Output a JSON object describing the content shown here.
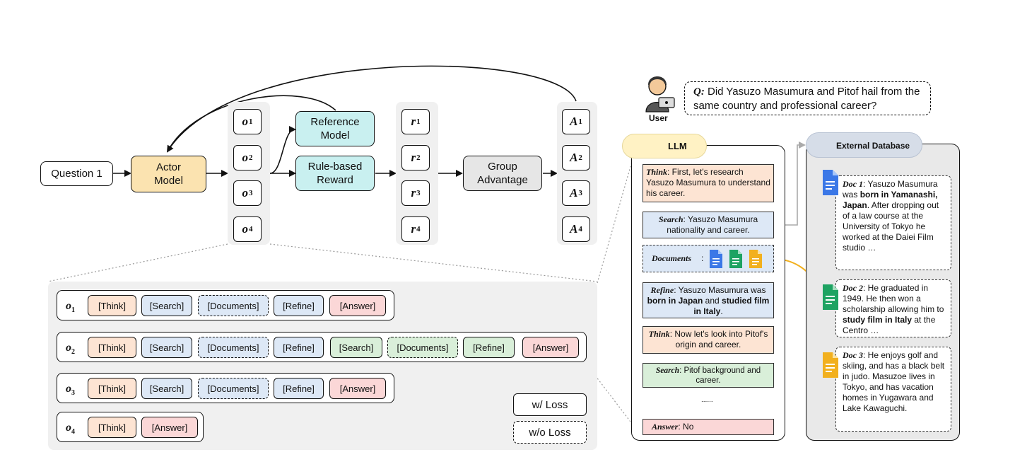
{
  "pipeline": {
    "question": "Question 1",
    "actor": "Actor Model",
    "reference": "Reference Model",
    "reward": "Rule-based Reward",
    "group": "Group Advantage",
    "outputs": [
      "o",
      "o",
      "o",
      "o"
    ],
    "output_subs": [
      "1",
      "2",
      "3",
      "4"
    ],
    "rewards": [
      "r",
      "r",
      "r",
      "r"
    ],
    "advantages": [
      "A",
      "A",
      "A",
      "A"
    ]
  },
  "rollouts": {
    "labels": [
      "o",
      "o",
      "o",
      "o"
    ],
    "subs": [
      "1",
      "2",
      "3",
      "4"
    ],
    "tags": {
      "think": "[Think]",
      "search": "[Search]",
      "documents": "[Documents]",
      "refine": "[Refine]",
      "answer": "[Answer]"
    }
  },
  "legend": {
    "with_loss": "w/ Loss",
    "without_loss": "w/o Loss"
  },
  "user": {
    "label": "User",
    "q_prefix": "Q:",
    "question": "Did Yasuzo Masumura and Pitof hail from the same country and professional career?"
  },
  "llm": {
    "label": "LLM",
    "think1_k": "Think",
    "think1": ": First, let's research Yasuzo Masumura to understand his career.",
    "search1_k": "Search",
    "search1": ": Yasuzo Masumura nationality and career.",
    "documents_k": "Documents",
    "documents_colon": ":",
    "refine_k": "Refine",
    "refine_a": ": Yasuzo Masumura was ",
    "refine_b": "born in Japan",
    "refine_c": " and ",
    "refine_d": "studied film in Italy",
    "refine_e": ".",
    "think2_k": "Think",
    "think2": ": Now let's look into Pitof's origin and career.",
    "search2_k": "Search",
    "search2": ": Pitof background and career.",
    "ellipsis": "......",
    "answer_k": "Answer",
    "answer": ": No"
  },
  "database": {
    "label": "External Database",
    "doc1_k": "Doc 1",
    "doc1_a": ": Yasuzo Masumura was ",
    "doc1_b": "born in Yamanashi, Japan",
    "doc1_c": ". After dropping out of a law course at the University of Tokyo he worked at the Daiei Film studio …",
    "doc2_k": "Doc 2",
    "doc2_a": ":  He graduated in 1949. He then won a scholarship allowing him to ",
    "doc2_b": "study film in Italy",
    "doc2_c": " at the Centro …",
    "doc3_k": "Doc 3",
    "doc3_a": ": He enjoys golf and skiing, and has a black belt in judo. Masuzoe lives in Tokyo, and has vacation homes in Yugawara and Lake Kawaguchi."
  },
  "colors": {
    "actor": "#fbe3b0",
    "reference": "#c9f0f0",
    "group": "#e6e6e6",
    "panel": "#f0f0f0",
    "llm_tab": "#fff2c4",
    "db_tab": "#d6dde8",
    "think": "#fde4d3",
    "search": "#dde8f6",
    "search2": "#d9efd9",
    "answer": "#fbd7d7"
  }
}
